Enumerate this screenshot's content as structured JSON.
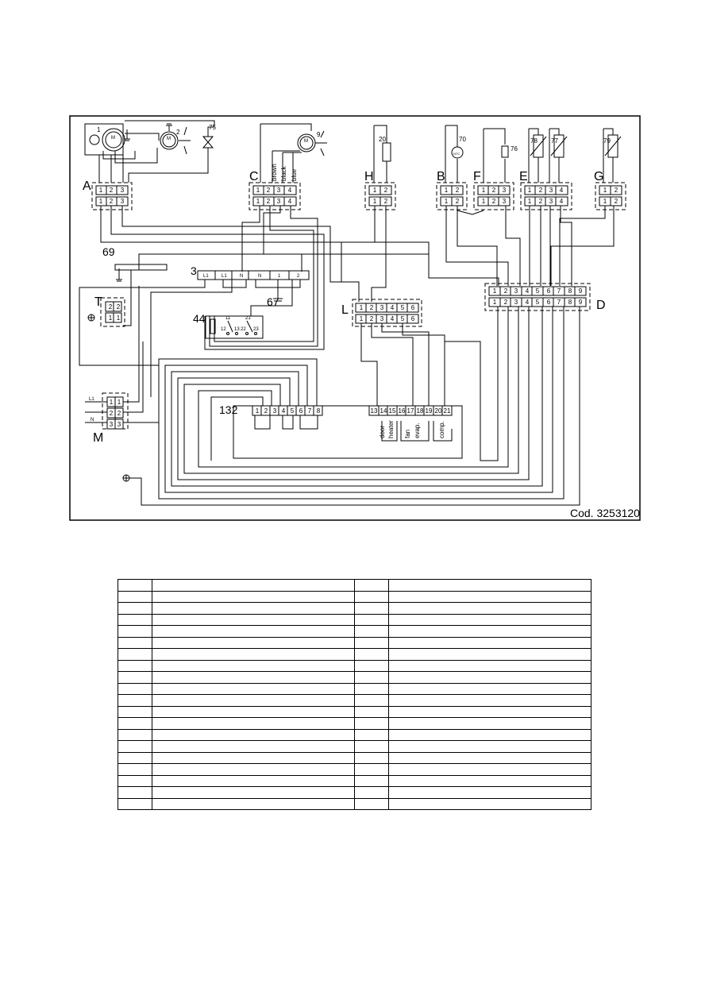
{
  "diagram": {
    "code": "Cod. 3253120",
    "connectors": {
      "A": {
        "letter": "A",
        "pins": [
          "1",
          "2",
          "3"
        ]
      },
      "C": {
        "letter": "C",
        "pins": [
          "1",
          "2",
          "3",
          "4"
        ]
      },
      "H": {
        "letter": "H",
        "pins": [
          "1",
          "2"
        ]
      },
      "B": {
        "letter": "B",
        "pins": [
          "1",
          "2"
        ]
      },
      "F": {
        "letter": "F",
        "pins": [
          "1",
          "2",
          "3"
        ]
      },
      "E": {
        "letter": "E",
        "pins": [
          "1",
          "2",
          "3",
          "4"
        ]
      },
      "G": {
        "letter": "G",
        "pins": [
          "1",
          "2"
        ]
      },
      "L": {
        "letter": "L",
        "pins": [
          "1",
          "2",
          "3",
          "4",
          "5",
          "6"
        ]
      },
      "D": {
        "letter": "D",
        "pins": [
          "1",
          "2",
          "3",
          "4",
          "5",
          "6",
          "7",
          "8",
          "9"
        ]
      },
      "T": {
        "letter": "T",
        "pins": [
          "2",
          "1"
        ]
      },
      "M": {
        "letter": "M",
        "pins": [
          "1",
          "2",
          "3"
        ]
      }
    },
    "wire_colors": [
      "brown",
      "black",
      "blue"
    ],
    "component_numbers": {
      "n1": "1",
      "n2": "2",
      "n9": "9",
      "n75": "75",
      "n20": "20",
      "n70": "70",
      "n76": "76",
      "n78": "78",
      "n77": "77",
      "n79": "79",
      "n69": "69",
      "n3": "3",
      "n67": "67",
      "n44": "44",
      "n132": "132"
    },
    "terminal_3_labels": [
      "L1",
      "L1",
      "N",
      "N",
      "1",
      "2"
    ],
    "board_132_left_pins": [
      "1",
      "2",
      "3",
      "4",
      "5",
      "6",
      "7",
      "8"
    ],
    "board_132_right_pins": [
      "13",
      "14",
      "15",
      "16",
      "17",
      "18",
      "19",
      "20",
      "21"
    ],
    "board_132_functions": [
      "door",
      "heater",
      "fan",
      "evap.",
      "comp."
    ],
    "mains_labels": [
      "L1",
      "N"
    ],
    "relay_44_labels": [
      "11",
      "12",
      "13",
      "21",
      "22",
      "23"
    ],
    "motor_symbol": "M",
    "sensor_70_symbol": "NTC"
  },
  "legend_table": {
    "rows": [
      [
        "",
        "",
        "",
        ""
      ],
      [
        "",
        "",
        "",
        ""
      ],
      [
        "",
        "",
        "",
        ""
      ],
      [
        "",
        "",
        "",
        ""
      ],
      [
        "",
        "",
        "",
        ""
      ],
      [
        "",
        "",
        "",
        ""
      ],
      [
        "",
        "",
        "",
        ""
      ],
      [
        "",
        "",
        "",
        ""
      ],
      [
        "",
        "",
        "",
        ""
      ],
      [
        "",
        "",
        "",
        ""
      ],
      [
        "",
        "",
        "",
        ""
      ],
      [
        "",
        "",
        "",
        ""
      ],
      [
        "",
        "",
        "",
        ""
      ],
      [
        "",
        "",
        "",
        ""
      ],
      [
        "",
        "",
        "",
        ""
      ],
      [
        "",
        "",
        "",
        ""
      ],
      [
        "",
        "",
        "",
        ""
      ],
      [
        "",
        "",
        "",
        ""
      ],
      [
        "",
        "",
        "",
        ""
      ],
      [
        "",
        "",
        "",
        ""
      ]
    ]
  }
}
